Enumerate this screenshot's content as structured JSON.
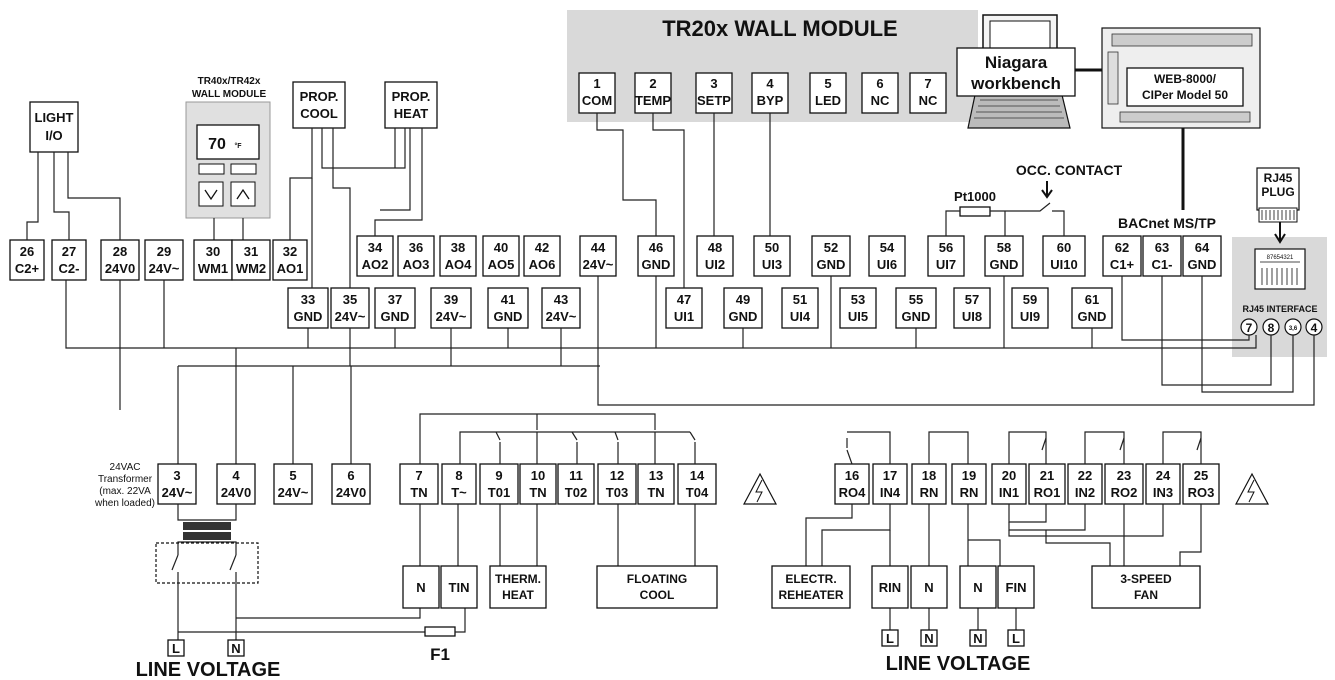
{
  "titles": {
    "wall_module": "TR20x WALL MODULE",
    "tr40": "TR40x/TR42x",
    "tr40_sub": "WALL MODULE",
    "display_value": "70",
    "display_unit": "°F",
    "light_1": "LIGHT",
    "light_2": "I/O",
    "prop_cool_1": "PROP.",
    "prop_cool_2": "COOL",
    "prop_heat_1": "PROP.",
    "prop_heat_2": "HEAT",
    "niagara_1": "Niagara",
    "niagara_2": "workbench",
    "web_1": "WEB-8000/",
    "web_2": "CIPer Model 50",
    "occ_contact": "OCC. CONTACT",
    "pt1000": "Pt1000",
    "bacnet": "BACnet MS/TP",
    "rj45_plug_1": "RJ45",
    "rj45_plug_2": "PLUG",
    "rj45_interface": "RJ45 INTERFACE",
    "transformer_1": "24VAC",
    "transformer_2": "Transformer",
    "transformer_3": "(max. 22VA",
    "transformer_4": "when loaded)",
    "line_voltage_left": "LINE VOLTAGE",
    "line_voltage_right": "LINE VOLTAGE",
    "fuse": "F1"
  },
  "wall_terminals": [
    {
      "num": "1",
      "label": "COM"
    },
    {
      "num": "2",
      "label": "TEMP"
    },
    {
      "num": "3",
      "label": "SETP"
    },
    {
      "num": "4",
      "label": "BYP"
    },
    {
      "num": "5",
      "label": "LED"
    },
    {
      "num": "6",
      "label": "NC"
    },
    {
      "num": "7",
      "label": "NC"
    }
  ],
  "top_terminals": [
    {
      "num": "26",
      "label": "C2+"
    },
    {
      "num": "27",
      "label": "C2-"
    },
    {
      "num": "28",
      "label": "24V0"
    },
    {
      "num": "29",
      "label": "24V~"
    },
    {
      "num": "30",
      "label": "WM1"
    },
    {
      "num": "31",
      "label": "WM2"
    },
    {
      "num": "32",
      "label": "AO1"
    },
    {
      "num": "34",
      "label": "AO2"
    },
    {
      "num": "36",
      "label": "AO3"
    },
    {
      "num": "38",
      "label": "AO4"
    },
    {
      "num": "40",
      "label": "AO5"
    },
    {
      "num": "42",
      "label": "AO6"
    },
    {
      "num": "44",
      "label": "24V~"
    },
    {
      "num": "46",
      "label": "GND"
    },
    {
      "num": "48",
      "label": "UI2"
    },
    {
      "num": "50",
      "label": "UI3"
    },
    {
      "num": "52",
      "label": "GND"
    },
    {
      "num": "54",
      "label": "UI6"
    },
    {
      "num": "56",
      "label": "UI7"
    },
    {
      "num": "58",
      "label": "GND"
    },
    {
      "num": "60",
      "label": "UI10"
    },
    {
      "num": "62",
      "label": "C1+"
    },
    {
      "num": "63",
      "label": "C1-"
    },
    {
      "num": "64",
      "label": "GND"
    }
  ],
  "lower_terminals": [
    {
      "num": "33",
      "label": "GND"
    },
    {
      "num": "35",
      "label": "24V~"
    },
    {
      "num": "37",
      "label": "GND"
    },
    {
      "num": "39",
      "label": "24V~"
    },
    {
      "num": "41",
      "label": "GND"
    },
    {
      "num": "43",
      "label": "24V~"
    },
    {
      "num": "47",
      "label": "UI1"
    },
    {
      "num": "49",
      "label": "GND"
    },
    {
      "num": "51",
      "label": "UI4"
    },
    {
      "num": "53",
      "label": "UI5"
    },
    {
      "num": "55",
      "label": "GND"
    },
    {
      "num": "57",
      "label": "UI8"
    },
    {
      "num": "59",
      "label": "UI9"
    },
    {
      "num": "61",
      "label": "GND"
    }
  ],
  "rj45_pins": [
    "7",
    "8",
    "3,6",
    "4"
  ],
  "rj45_pin_numbers": "87654321",
  "power_terminals": [
    {
      "num": "3",
      "label": "24V~"
    },
    {
      "num": "4",
      "label": "24V0"
    },
    {
      "num": "5",
      "label": "24V~"
    },
    {
      "num": "6",
      "label": "24V0"
    }
  ],
  "triac_terminals": [
    {
      "num": "7",
      "label": "TN"
    },
    {
      "num": "8",
      "label": "T~"
    },
    {
      "num": "9",
      "label": "T01"
    },
    {
      "num": "10",
      "label": "TN"
    },
    {
      "num": "11",
      "label": "T02"
    },
    {
      "num": "12",
      "label": "T03"
    },
    {
      "num": "13",
      "label": "TN"
    },
    {
      "num": "14",
      "label": "T04"
    }
  ],
  "relay_terminals": [
    {
      "num": "16",
      "label": "RO4"
    },
    {
      "num": "17",
      "label": "IN4"
    },
    {
      "num": "18",
      "label": "RN"
    },
    {
      "num": "19",
      "label": "RN"
    },
    {
      "num": "20",
      "label": "IN1"
    },
    {
      "num": "21",
      "label": "RO1"
    },
    {
      "num": "22",
      "label": "IN2"
    },
    {
      "num": "23",
      "label": "RO2"
    },
    {
      "num": "24",
      "label": "IN3"
    },
    {
      "num": "25",
      "label": "RO3"
    }
  ],
  "loads": {
    "n": "N",
    "tin": "TIN",
    "therm_1": "THERM.",
    "therm_2": "HEAT",
    "floating_1": "FLOATING",
    "floating_2": "COOL",
    "electr_1": "ELECTR.",
    "electr_2": "REHEATER",
    "rin": "RIN",
    "n2": "N",
    "n3": "N",
    "fin": "FIN",
    "fan_1": "3-SPEED",
    "fan_2": "FAN"
  },
  "line_marks": {
    "l_left": "L",
    "n_left": "N",
    "l_r1": "L",
    "n_r1": "N",
    "n_r2": "N",
    "l_r2": "L"
  }
}
